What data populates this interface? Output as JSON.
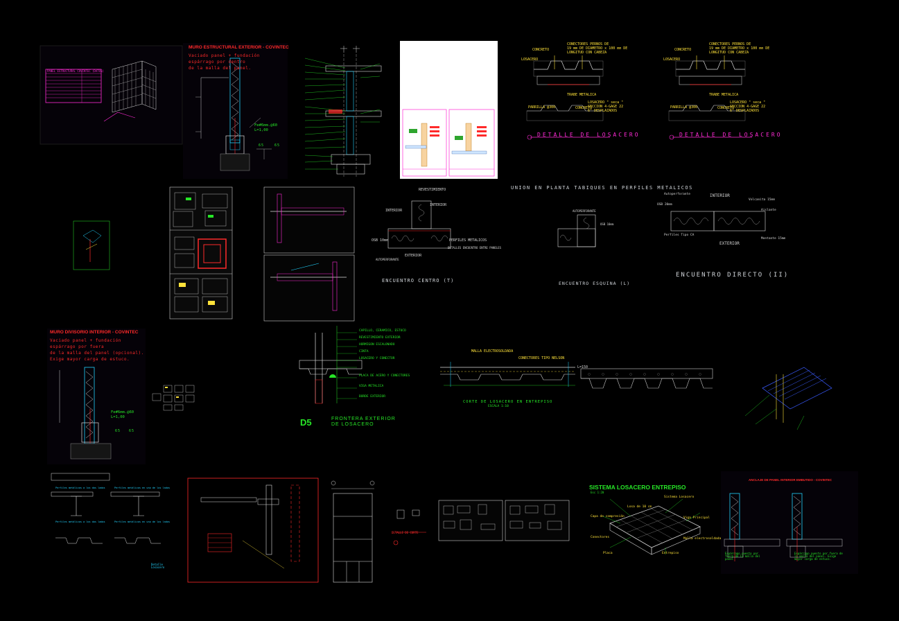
{
  "canvas": {
    "background": "#000000"
  },
  "colors": {
    "red": "#ff2a2a",
    "green": "#27e627",
    "yellow": "#ffe23a",
    "magenta": "#ff2bd6",
    "cyan": "#22d3ff",
    "gray": "#cfd3d8",
    "blue": "#3a5bff"
  },
  "muro_exterior": {
    "title": "MURO ESTRUCTURAL EXTERIOR - COVINTEC",
    "lines": [
      "Vaciado panel + fundación",
      "espárrago por dentro",
      "de la malla del panel."
    ],
    "anchor": "Fe#6mm.@60",
    "anchor_len": "L=1,00",
    "dims": [
      "65",
      "65"
    ]
  },
  "muro_divisorio": {
    "title": "MURO DIVISORIO INTERIOR - COVINTEC",
    "lines": [
      "Vaciado panel + fundación",
      "espárrago por fuera",
      "de la malla del panel (opcional).",
      "Exige mayor carga de estuco."
    ],
    "anchor": "Fe#6mm.@60",
    "anchor_len": "L=1,00",
    "dims": [
      "65",
      "65"
    ]
  },
  "losacero_1": {
    "conectores": "CONECTORES PERNOS DE",
    "conectores2": "19 mm DE DIAMETRO x 100 mm DE",
    "conectores3": "LONGITUD CON CABEZA",
    "concreto": "CONCRETO",
    "losacero": "LOSACERO",
    "trabe": "TRABE METALICA",
    "parrilla": "PARRILLA @300",
    "concreto2": "CONCRETO",
    "losacero_desc": "LOSACERO \" seca \"",
    "seccion": "SECCION 4-GAGE 22",
    "desp": "6\" DESPLAZADOS",
    "title": "DETALLE DE LOSACERO"
  },
  "losacero_2": {
    "conectores": "CONECTORES PERNOS DE",
    "conectores2": "19 mm DE DIAMETRO x 100 mm DE",
    "conectores3": "LONGITUD CON CABEZA",
    "concreto": "CONCRETO",
    "losacero": "LOSACERO",
    "trabe": "TRABE METALICA",
    "parrilla": "PARRILLA @300",
    "concreto2": "CONCRETO",
    "losacero_desc": "LOSACERO \" seca \"",
    "seccion": "SECCION 4-GAGE 22",
    "desp": "6\" DESPLAZADOS",
    "title": "DETALLE DE LOSACERO"
  },
  "tabiques": {
    "heading": "UNION EN PLANTA TABIQUES EN PERFILES METALICOS",
    "centro": {
      "title": "ENCUENTRO CENTRO (T)",
      "interior": "INTERIOR",
      "exterior": "EXTERIOR",
      "perfiles": "PERFILES METALICOS",
      "revest": "REVESTIMIENTO",
      "detalle": "DETALLES ENCUENTRO ENTRE PANELES",
      "autoper": "AUTOPERFORANTE",
      "osb": "OSB 10mm"
    },
    "esquina": {
      "title": "ENCUENTRO ESQUINA (L)",
      "autoper": "AUTOPERFORANTE",
      "osb": "OSB 10mm"
    },
    "directo": {
      "title": "ENCUENTRO DIRECTO (II)",
      "interior": "INTERIOR",
      "exterior": "EXTERIOR",
      "autoper": "Autoperforante",
      "volcanita": "Volcanita 15mm",
      "osb": "OSB 20mm",
      "aislante": "Aislante",
      "perfiles": "Perfiles Tipo CA",
      "montante": "Montante 15mm"
    }
  },
  "frontera": {
    "code": "D5",
    "line1": "FRONTERA EXTERIOR",
    "line2": "DE LOSACERO",
    "notes": [
      "CAPILLO, CERAMICO, ESTUCO",
      "REVESTIMIENTO EXTERIOR",
      "HORMIGON ESCALONADO",
      "CINTA",
      "LOSACERO Y CONECTOR",
      "PLACA DE ACERO Y CONECTORES",
      "VIGA METALICA",
      "BORDE EXTERIOR"
    ]
  },
  "corte": {
    "title": "CORTE DE LOSACERO EN ENTREPISO",
    "scale": "ESCALA 1:10",
    "label1": "CONECTORES TIPO NELSON",
    "label2": "MALLA ELECTROSOLDADA",
    "label3": "L=150"
  },
  "sistema": {
    "title": "SISTEMA LOSACERO ENTREPISO",
    "sub": "Esc 1:20",
    "labels": [
      "Sistema Losacero",
      "Losa de 10 cm",
      "Capa de compresión",
      "Viga Principal",
      "Malla electrosoldada",
      "Conectores",
      "Placa",
      "Entrepiso"
    ]
  },
  "anclaje": {
    "title": "ANCLAJE DE PANEL INTERIOR EMBUTIDO - COVINTEC",
    "left_note": "Espárrago puesto por fuera de la malla del panel",
    "right_note": "Espárrago puesto por fuera de la malla del panel. Exige mayor carga de estuco."
  },
  "misc": {
    "covintec_table_title": "PANEL ESTRUCTURAL COVINTEC (DATOS)",
    "losacero_small": "Detalle Losacero",
    "corte_small": "DETALLE DE CORTE",
    "detalle_bottom": "Detalle Losacero",
    "tab_left_1": "Perfiles metálicos a los dos lados",
    "tab_left_2": "Perfiles metálicos en uno de los lados"
  }
}
